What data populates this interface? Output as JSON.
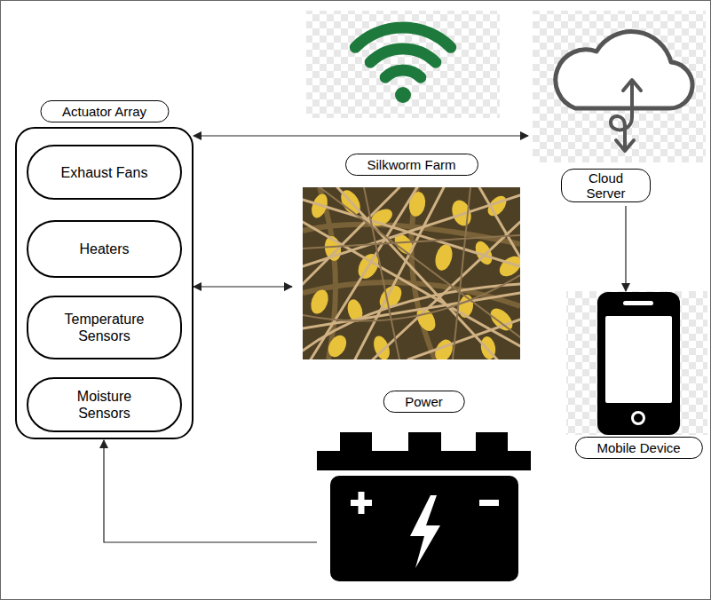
{
  "diagram": {
    "nodes": [
      {
        "text": [
          "Actuator Array"
        ]
      },
      {
        "text": [
          "Exhaust Fans"
        ],
        "in": 0
      },
      {
        "text": [
          "Heaters"
        ],
        "in": 0
      },
      {
        "text": [
          "Temperature Sensors"
        ],
        "in": 0
      },
      {
        "text": [
          "Moisture Sensors"
        ],
        "in": 0
      },
      {
        "text": [
          "Silkworm Farm"
        ]
      },
      {
        "text": [
          "Cloud Server"
        ]
      },
      {
        "text": [
          "Power"
        ]
      },
      {
        "text": [
          "Mobile Device"
        ]
      }
    ],
    "edges": [
      {
        "from": 0,
        "to": 6,
        "arrow": "both"
      },
      {
        "from": 0,
        "to": 5,
        "arrow": "both"
      },
      {
        "from": 6,
        "to": 8,
        "arrow": "to"
      },
      {
        "from": 7,
        "to": 0,
        "arrow": "to"
      }
    ]
  }
}
